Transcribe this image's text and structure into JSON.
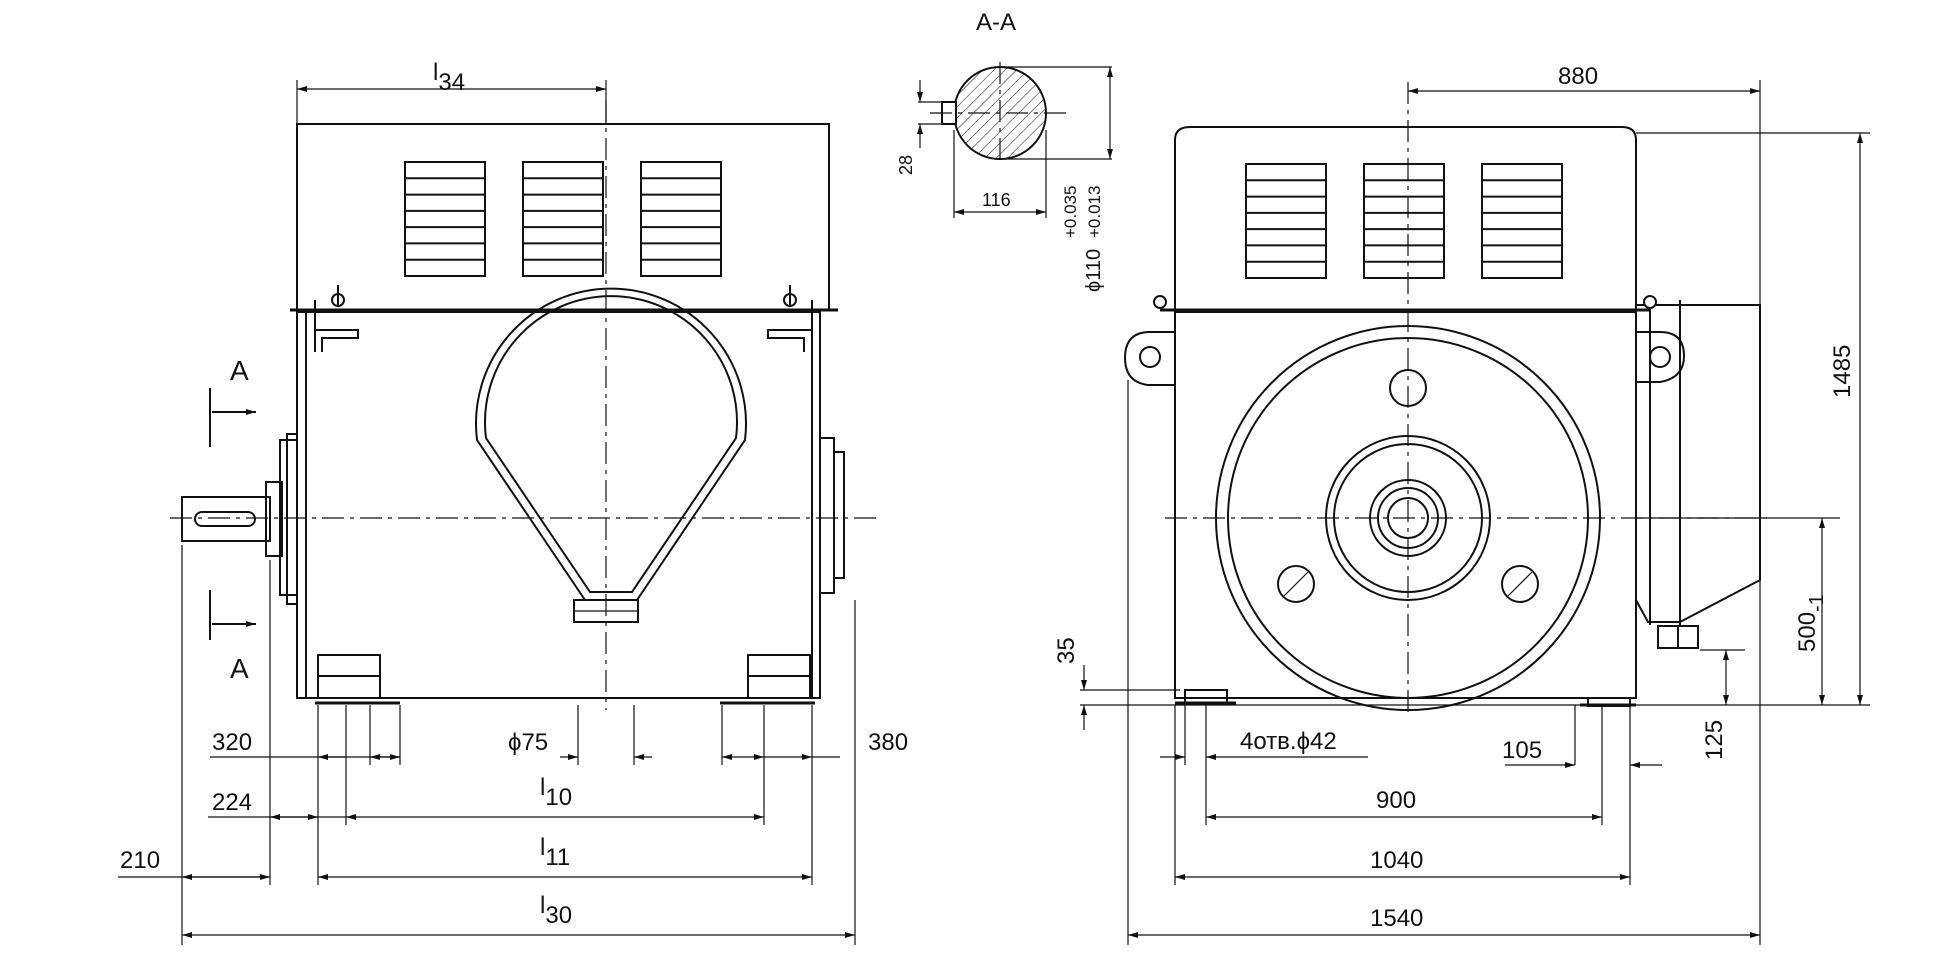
{
  "section_title": "А-А",
  "section_letter": "А",
  "left_view": {
    "l34": {
      "base": "l",
      "sub": "34"
    },
    "l10": {
      "base": "l",
      "sub": "10"
    },
    "l11": {
      "base": "l",
      "sub": "11"
    },
    "l30": {
      "base": "l",
      "sub": "30"
    },
    "d320": "320",
    "d224": "224",
    "d210": "210",
    "d380": "380",
    "phi75": "ϕ75"
  },
  "section_view": {
    "d28": "28",
    "d116": "116",
    "shaft_dia": "ϕ110",
    "tol_upper": "+0.035",
    "tol_lower": "+0.013"
  },
  "right_view": {
    "d880": "880",
    "d1485": "1485",
    "d500": "500",
    "d500_tol": "-1",
    "d35": "35",
    "holes": "4отв.ϕ42",
    "d105": "105",
    "d125": "125",
    "d900": "900",
    "d1040": "1040",
    "d1540": "1540"
  }
}
